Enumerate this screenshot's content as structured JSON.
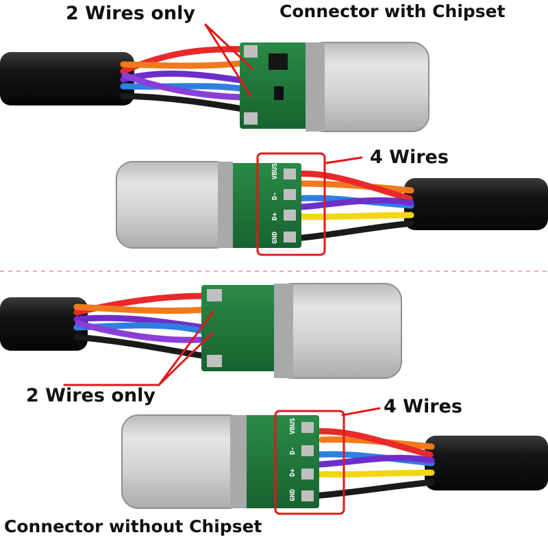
{
  "labels": {
    "top_two_wires": "2 Wires only",
    "top_connector": "Connector with Chipset",
    "top_four_wires": "4 Wires",
    "bottom_two_wires": "2 Wires only",
    "bottom_four_wires": "4 Wires",
    "bottom_connector": "Connector without Chipset"
  },
  "pin_labels": [
    "VBUS",
    "D-",
    "D+",
    "GND"
  ],
  "colors": {
    "cable": "#141414",
    "pcb": "#1f7a3c",
    "connector": "#c9cbcd",
    "highlight": "#e01818",
    "divider": "#f2a9a9",
    "wire_red": "#e82a2a",
    "wire_orange": "#f07a1c",
    "wire_purple": "#6d2fc9",
    "wire_blue": "#2f7fe0",
    "wire_yellow": "#f2d616",
    "wire_black": "#1a1a1a"
  }
}
